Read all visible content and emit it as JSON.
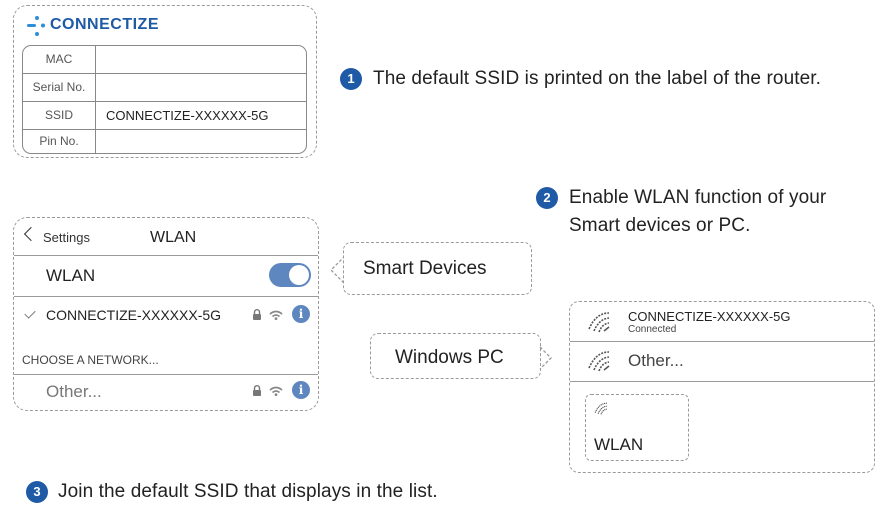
{
  "brand": {
    "name": "CONNECTIZE"
  },
  "router_label": {
    "rows": [
      {
        "key": "MAC",
        "value": ""
      },
      {
        "key": "Serial No.",
        "value": ""
      },
      {
        "key": "SSID",
        "value": "CONNECTIZE-XXXXXX-5G"
      },
      {
        "key": "Pin No.",
        "value": ""
      }
    ]
  },
  "steps": [
    {
      "number": "1",
      "text": "The default SSID is printed on the label of the router."
    },
    {
      "number": "2",
      "line1": "Enable WLAN function of your",
      "line2": "Smart devices or PC."
    },
    {
      "number": "3",
      "text": "Join the default SSID that displays in the list."
    }
  ],
  "phone": {
    "back_label": "Settings",
    "title": "WLAN",
    "wlan_toggle_label": "WLAN",
    "wlan_toggle_on": true,
    "connected_network": "CONNECTIZE-XXXXXX-5G",
    "section_header": "CHOOSE A NETWORK...",
    "other_label": "Other..."
  },
  "callouts": {
    "smart_devices": "Smart Devices",
    "windows_pc": "Windows PC"
  },
  "pc": {
    "network_name": "CONNECTIZE-XXXXXX-5G",
    "network_status": "Connected",
    "other_label": "Other...",
    "wlan_tile_label": "WLAN"
  },
  "colors": {
    "accent": "#1f5aa6",
    "toggle": "#5e86bf",
    "icon_blue": "#2d8fd5"
  }
}
